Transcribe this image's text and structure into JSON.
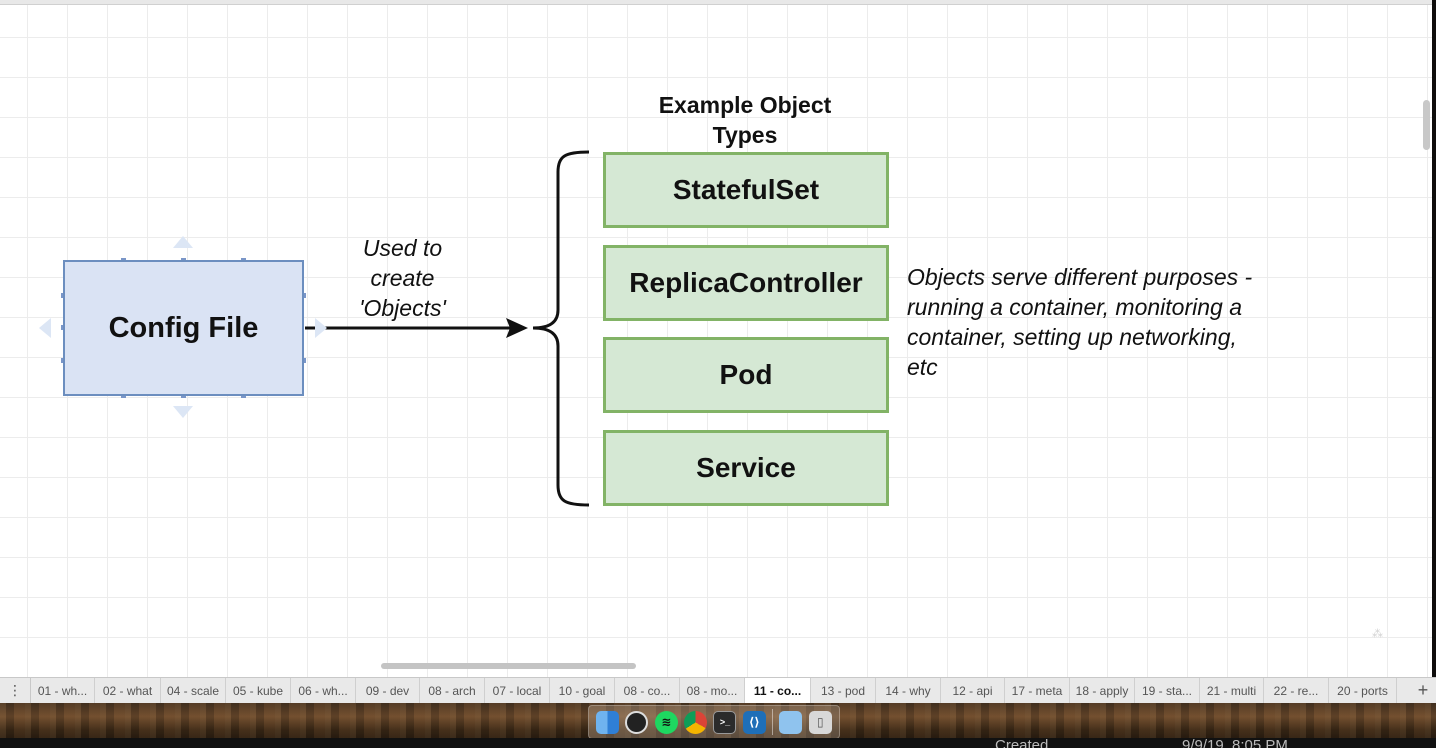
{
  "diagram": {
    "config_file_label": "Config File",
    "arrow_label": [
      "Used to",
      "create",
      "'Objects'"
    ],
    "header": [
      "Example Object",
      "Types"
    ],
    "object_types": [
      "StatefulSet",
      "ReplicaController",
      "Pod",
      "Service"
    ],
    "description": [
      "Objects serve different purposes -",
      "running a container, monitoring a",
      "container, setting up networking,",
      "etc"
    ],
    "colors": {
      "config_fill": "#dae3f4",
      "config_stroke": "#6c8ebf",
      "object_fill": "#d5e8d4",
      "object_stroke": "#82b366"
    }
  },
  "tabs": {
    "menu_icon": "vertical-ellipsis-icon",
    "items": [
      {
        "label": "01 - wh...",
        "active": false
      },
      {
        "label": "02 - what",
        "active": false
      },
      {
        "label": "04 - scale",
        "active": false
      },
      {
        "label": "05 - kube",
        "active": false
      },
      {
        "label": "06 - wh...",
        "active": false
      },
      {
        "label": "09 - dev",
        "active": false
      },
      {
        "label": "08 - arch",
        "active": false
      },
      {
        "label": "07 - local",
        "active": false
      },
      {
        "label": "10 - goal",
        "active": false
      },
      {
        "label": "08 - co...",
        "active": false
      },
      {
        "label": "08 - mo...",
        "active": false
      },
      {
        "label": "11 - co...",
        "active": true
      },
      {
        "label": "13 - pod",
        "active": false
      },
      {
        "label": "14 - why",
        "active": false
      },
      {
        "label": "12 - api",
        "active": false
      },
      {
        "label": "17 - meta",
        "active": false
      },
      {
        "label": "18 - apply",
        "active": false
      },
      {
        "label": "19 - sta...",
        "active": false
      },
      {
        "label": "21 - multi",
        "active": false
      },
      {
        "label": "22 - re...",
        "active": false
      },
      {
        "label": "20 - ports",
        "active": false
      }
    ],
    "add_icon": "plus-icon"
  },
  "dock": {
    "apps": [
      "finder-icon",
      "obs-icon",
      "spotify-icon",
      "chrome-icon",
      "terminal-icon",
      "vscode-icon",
      "folder-icon",
      "trash-icon"
    ]
  },
  "finder_status": {
    "label": "Created",
    "value": "9/9/19, 8:05 PM"
  }
}
